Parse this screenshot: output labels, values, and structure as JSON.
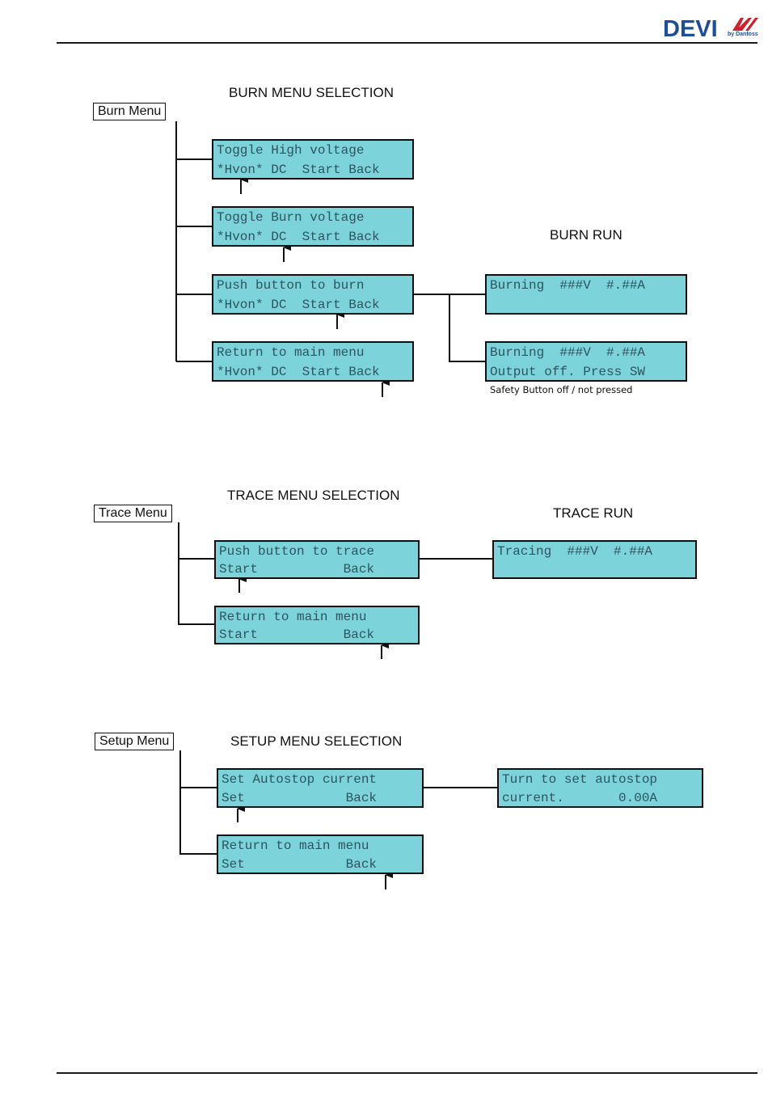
{
  "brand": {
    "name": "DEVI",
    "sub": "by Danfoss"
  },
  "burn": {
    "menu_label": "Burn Menu",
    "selection_title": "BURN MENU SELECTION",
    "run_title": "BURN RUN",
    "screens": [
      {
        "line1": "Toggle High voltage",
        "line2": "*Hvon* DC  Start Back"
      },
      {
        "line1": "Toggle Burn voltage",
        "line2": "*Hvon* DC  Start Back"
      },
      {
        "line1": "Push button to burn",
        "line2": "*Hvon* DC  Start Back"
      },
      {
        "line1": "Return to main menu",
        "line2": "*Hvon* DC  Start Back"
      }
    ],
    "run_screens": [
      {
        "line1": "Burning  ###V  #.##A",
        "line2": ""
      },
      {
        "line1": "Burning  ###V  #.##A",
        "line2": "Output off. Press SW"
      }
    ],
    "safety_note": "Safety Button off / not pressed"
  },
  "trace": {
    "menu_label": "Trace Menu",
    "selection_title": "TRACE MENU SELECTION",
    "run_title": "TRACE RUN",
    "screens": [
      {
        "line1": "Push button to trace",
        "line2": "Start           Back"
      },
      {
        "line1": "Return to main menu",
        "line2": "Start           Back"
      }
    ],
    "run_screen": {
      "line1": "Tracing  ###V  #.##A",
      "line2": ""
    }
  },
  "setup": {
    "menu_label": "Setup Menu",
    "selection_title": "SETUP MENU SELECTION",
    "screens": [
      {
        "line1": "Set Autostop current",
        "line2": "Set             Back"
      },
      {
        "line1": "Return to main menu",
        "line2": "Set             Back"
      }
    ],
    "run_screen": {
      "line1": "Turn to set autostop",
      "line2": "current.       0.00A"
    }
  }
}
